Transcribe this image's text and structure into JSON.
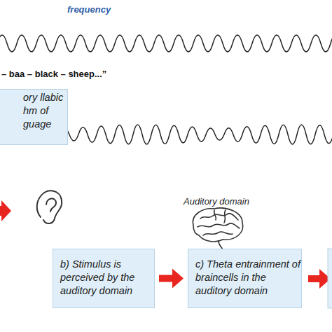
{
  "diagram": {
    "nodes": [
      {
        "text": [
          "ory llabic hm of guage"
        ]
      },
      {
        "text": [
          "b) Stimulus is perceived by the auditory domain"
        ]
      },
      {
        "text": [
          "c) Theta entrainment of braincells in the auditory domain"
        ]
      }
    ],
    "edges": [
      {
        "from": 1,
        "to": 2,
        "arrow": "to"
      }
    ],
    "labels": [
      "frequency",
      "– baa – black – sheep...”",
      "Auditory domain"
    ]
  }
}
